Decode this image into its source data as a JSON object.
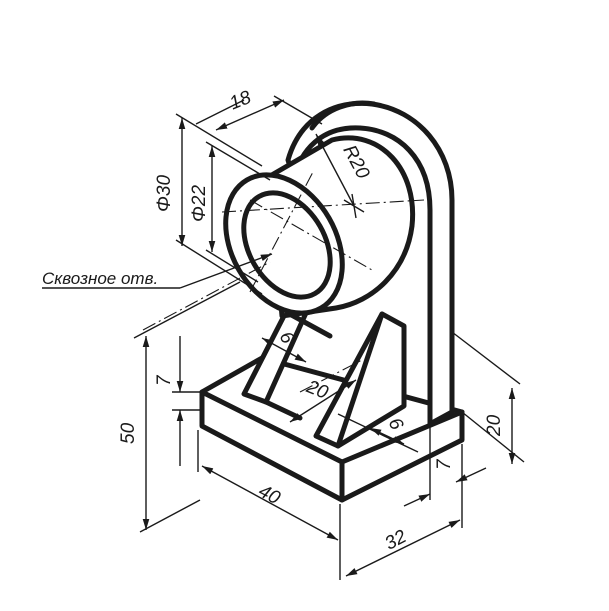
{
  "dimensions": {
    "d_outer": "Φ30",
    "d_inner": "Φ22",
    "radius": "R20",
    "thickness_top": "18",
    "rib_thickness_left": "6",
    "rib_thickness_right": "6",
    "rib_gap": "20",
    "base_height": "7",
    "total_height": "50",
    "base_length": "40",
    "base_width": "32",
    "wall_thickness": "7",
    "wall_side_height": "20"
  },
  "labels": {
    "through_hole": "Сквозное отв."
  }
}
